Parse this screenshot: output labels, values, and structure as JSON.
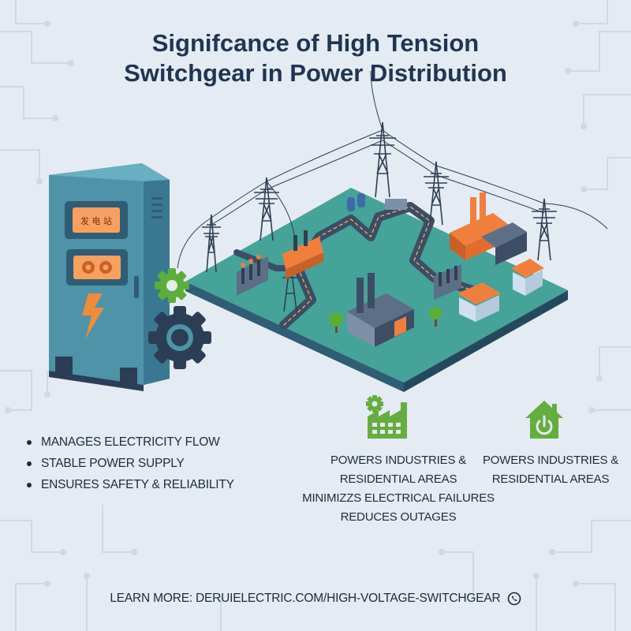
{
  "title": {
    "line1": "Signifcance of High Tension",
    "line2": "Switchgear in Power Distribution"
  },
  "bullets": [
    "MANAGES ELECTRICITY FLOW",
    "STABLE POWER SUPPLY",
    "ENSURES SAFETY & RELIABILITY"
  ],
  "benefits": {
    "industry": {
      "icon": "factory-gear-icon",
      "lines": [
        "POWERS INDUSTRIES &",
        "RESIDENTIAL AREAS",
        "MINIMIZZS ELECTRICAL FAILURES",
        "REDUCES OUTAGES"
      ]
    },
    "residential": {
      "icon": "house-power-icon",
      "lines": [
        "POWERS INDUSTRIES &",
        "RESIDENTIAL AREAS"
      ]
    }
  },
  "footer": {
    "text": "LEARN MORE: DERUIELECTRIC.COM/HIGH-VOLTAGE-SWITCHGEAR",
    "icon": "phone-icon"
  },
  "illustration": {
    "cabinet_label": "发 电 站",
    "colors": {
      "background": "#e4ebf2",
      "title": "#1f3552",
      "cabinet": "#4e93a8",
      "cabinet_dark": "#2f5d74",
      "bolt": "#f08a3c",
      "gear_green": "#5bae3a",
      "gear_dark": "#2b3e55",
      "ground": "#45a39a",
      "road": "#3d4d66",
      "orange": "#f07f3e",
      "icon_green": "#66ad3f"
    }
  }
}
